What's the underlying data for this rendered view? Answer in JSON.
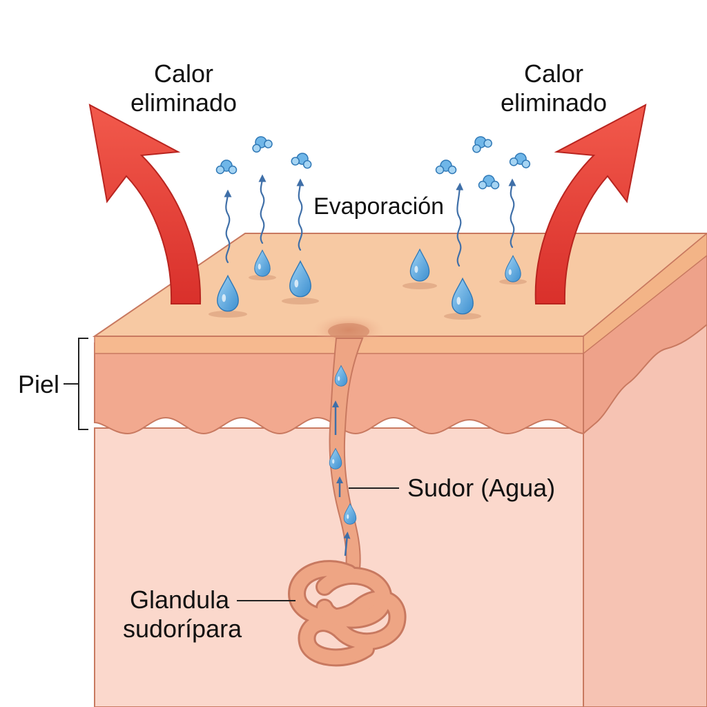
{
  "labels": {
    "heat_left_line1": "Calor",
    "heat_left_line2": "eliminado",
    "heat_right_line1": "Calor",
    "heat_right_line2": "eliminado",
    "evaporation": "Evaporación",
    "skin": "Piel",
    "sweat": "Sudor (Agua)",
    "gland_line1": "Glandula",
    "gland_line2": "sudorípara"
  },
  "colors": {
    "heat_arrow": "#e8403a",
    "skin_surface": "#f7c9a3",
    "epidermis": "#f2a98f",
    "dermis": "#fbd6ca",
    "right_face": "#f1b6a3",
    "sweat_drop": "#5aa6dc",
    "gland": "#eea584",
    "outline": "#c87960"
  },
  "icons": [
    "heat-arrow",
    "water-droplet",
    "water-molecule",
    "evaporation-squiggle",
    "sweat-gland-coil"
  ]
}
